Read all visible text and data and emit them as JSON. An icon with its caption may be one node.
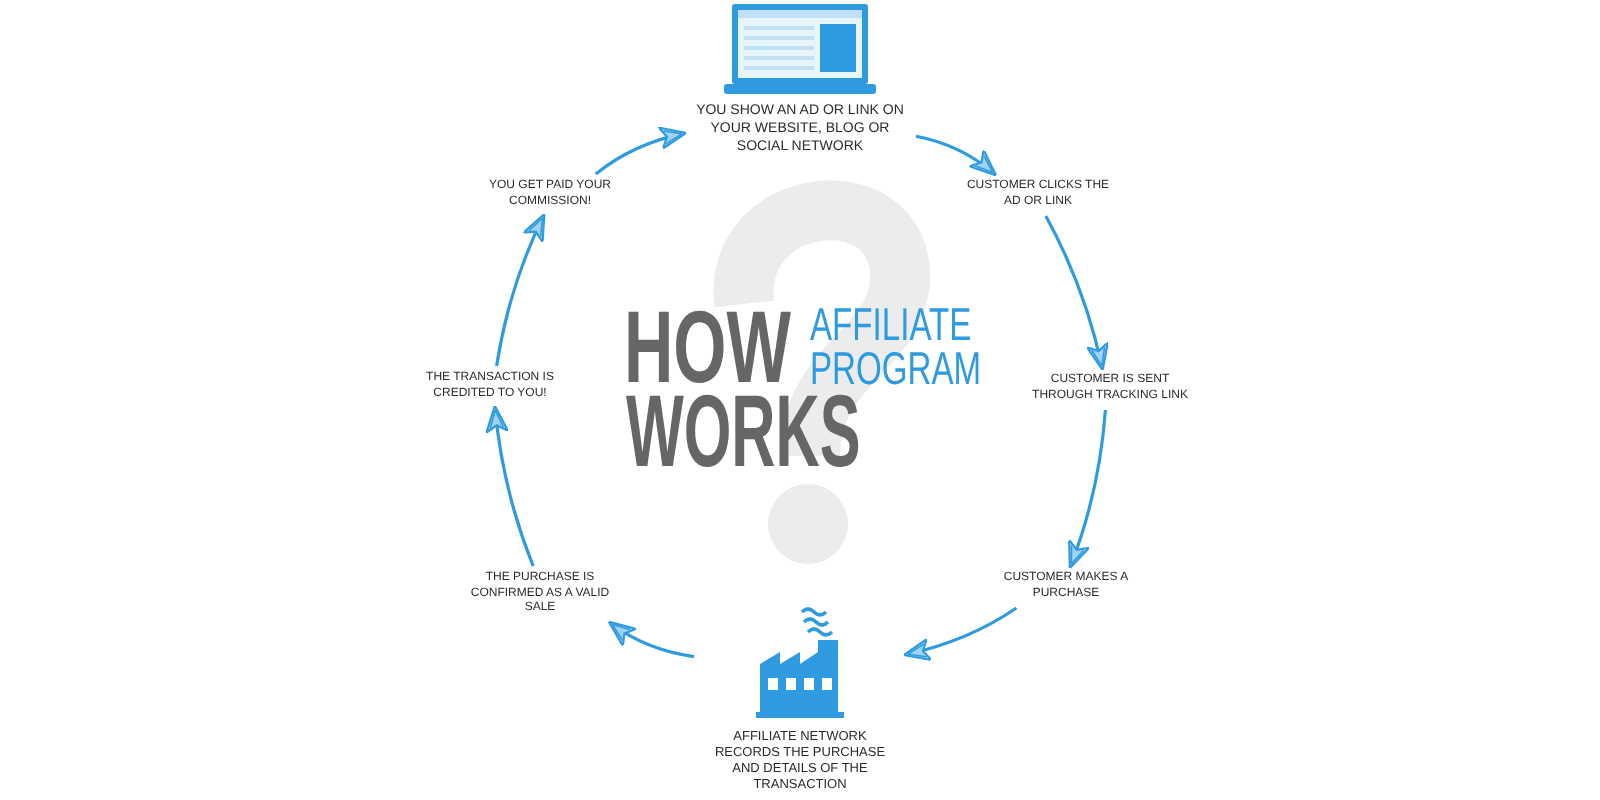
{
  "diagram": {
    "nodes": [
      {
        "text": [
          "YOU SHOW AN AD OR LINK ON YOUR WEBSITE, BLOG OR SOCIAL NETWORK"
        ]
      },
      {
        "text": [
          "CUSTOMER CLICKS THE AD OR LINK"
        ]
      },
      {
        "text": [
          "CUSTOMER IS SENT THROUGH TRACKING LINK"
        ]
      },
      {
        "text": [
          "CUSTOMER MAKES A PURCHASE"
        ]
      },
      {
        "text": [
          "AFFILIATE NETWORK RECORDS THE PURCHASE AND DETAILS OF THE TRANSACTION"
        ]
      },
      {
        "text": [
          "THE PURCHASE IS CONFIRMED AS A VALID SALE"
        ]
      },
      {
        "text": [
          "THE TRANSACTION IS CREDITED TO YOU!"
        ]
      },
      {
        "text": [
          "YOU GET PAID YOUR COMMISSION!"
        ]
      }
    ],
    "edges": [
      {
        "from": 0,
        "to": 1,
        "arrow": "to"
      },
      {
        "from": 1,
        "to": 2,
        "arrow": "to"
      },
      {
        "from": 2,
        "to": 3,
        "arrow": "to"
      },
      {
        "from": 3,
        "to": 4,
        "arrow": "to"
      },
      {
        "from": 4,
        "to": 5,
        "arrow": "to"
      },
      {
        "from": 5,
        "to": 6,
        "arrow": "to"
      },
      {
        "from": 6,
        "to": 7,
        "arrow": "to"
      },
      {
        "from": 7,
        "to": 0,
        "arrow": "to"
      }
    ],
    "labels": [
      "HOW",
      "AFFILIATE PROGRAM",
      "WORKS"
    ]
  }
}
